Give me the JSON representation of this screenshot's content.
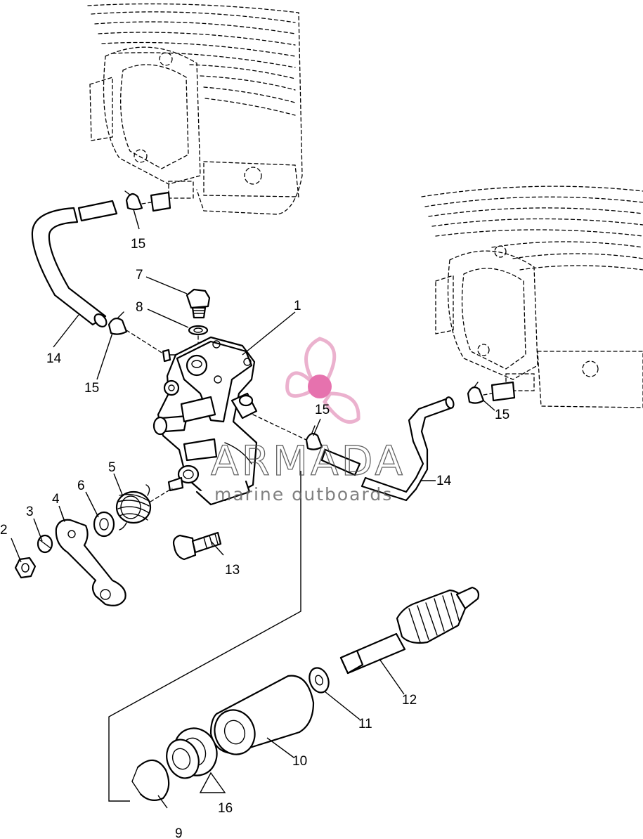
{
  "watermark": {
    "brand": "ARMADA",
    "tagline": "marine outboards",
    "logo_icon": "propeller-icon",
    "logo_color": "#e8a4c6",
    "hub_color": "#e25aa0"
  },
  "callouts": [
    {
      "id": "1",
      "label": "1"
    },
    {
      "id": "2",
      "label": "2"
    },
    {
      "id": "3",
      "label": "3"
    },
    {
      "id": "4",
      "label": "4"
    },
    {
      "id": "5",
      "label": "5"
    },
    {
      "id": "6",
      "label": "6"
    },
    {
      "id": "7",
      "label": "7"
    },
    {
      "id": "8",
      "label": "8"
    },
    {
      "id": "9",
      "label": "9"
    },
    {
      "id": "10",
      "label": "10"
    },
    {
      "id": "11",
      "label": "11"
    },
    {
      "id": "12",
      "label": "12"
    },
    {
      "id": "13",
      "label": "13"
    },
    {
      "id": "14a",
      "label": "14"
    },
    {
      "id": "14b",
      "label": "14"
    },
    {
      "id": "15a",
      "label": "15"
    },
    {
      "id": "15b",
      "label": "15"
    },
    {
      "id": "15c",
      "label": "15"
    },
    {
      "id": "15d",
      "label": "15"
    },
    {
      "id": "16",
      "label": "16"
    }
  ]
}
